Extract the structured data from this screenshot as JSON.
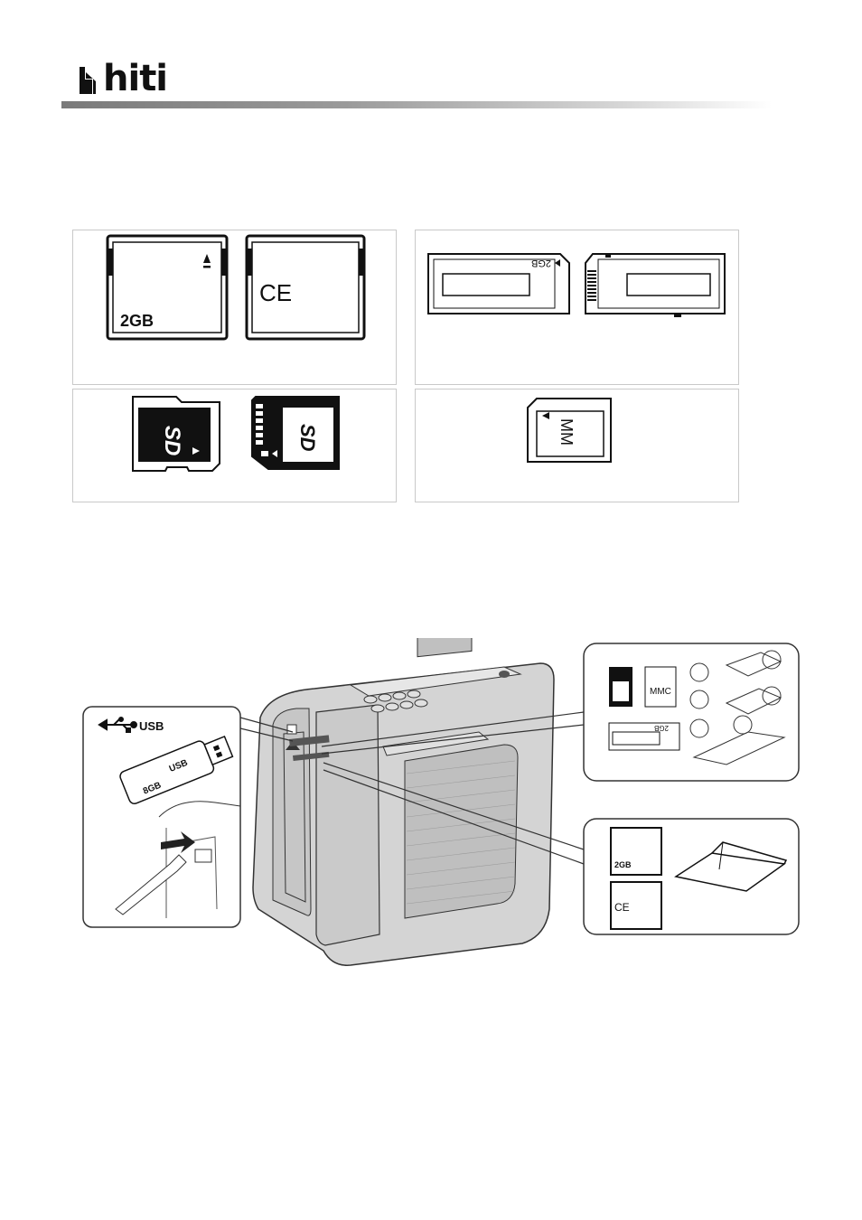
{
  "brand": {
    "name": "hiti"
  },
  "cards": {
    "cf": {
      "capacity": "2GB",
      "mark": "CE"
    },
    "ms": {
      "capacity": "2GB"
    },
    "mmc": {
      "label": "MM"
    }
  },
  "illustration": {
    "usb_label": "USB",
    "usb_drive_label": "USB",
    "usb_capacity": "8GB",
    "slot_card_labels": [
      "MMC"
    ],
    "slot_ms_capacity": "2GB",
    "slot_cf_capacity": "2GB",
    "slot_cf_mark": "CE"
  }
}
